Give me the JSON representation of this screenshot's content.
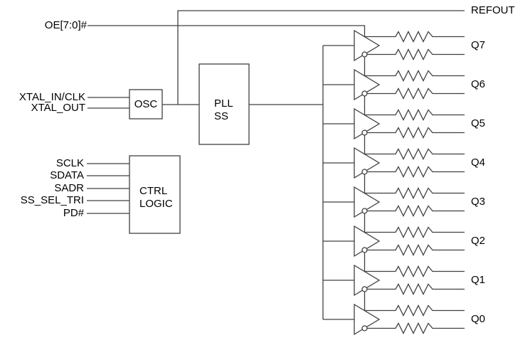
{
  "diagram": {
    "background_color": "#ffffff",
    "line_color": "#404040",
    "text_color": "#000000",
    "inputs": {
      "oe": "OE[7:0]#",
      "xtal_in": "XTAL_IN/CLK",
      "xtal_out": "XTAL_OUT",
      "sclk": "SCLK",
      "sdata": "SDATA",
      "sadr": "SADR",
      "ss_sel_tri": "SS_SEL_TRI",
      "pd": "PD#"
    },
    "blocks": {
      "osc": "OSC",
      "pll_line1": "PLL",
      "pll_line2": "SS",
      "ctrl_line1": "CTRL",
      "ctrl_line2": "LOGIC"
    },
    "outputs": {
      "refout": "REFOUT",
      "q": [
        "Q7",
        "Q6",
        "Q5",
        "Q4",
        "Q3",
        "Q2",
        "Q1",
        "Q0"
      ]
    }
  }
}
